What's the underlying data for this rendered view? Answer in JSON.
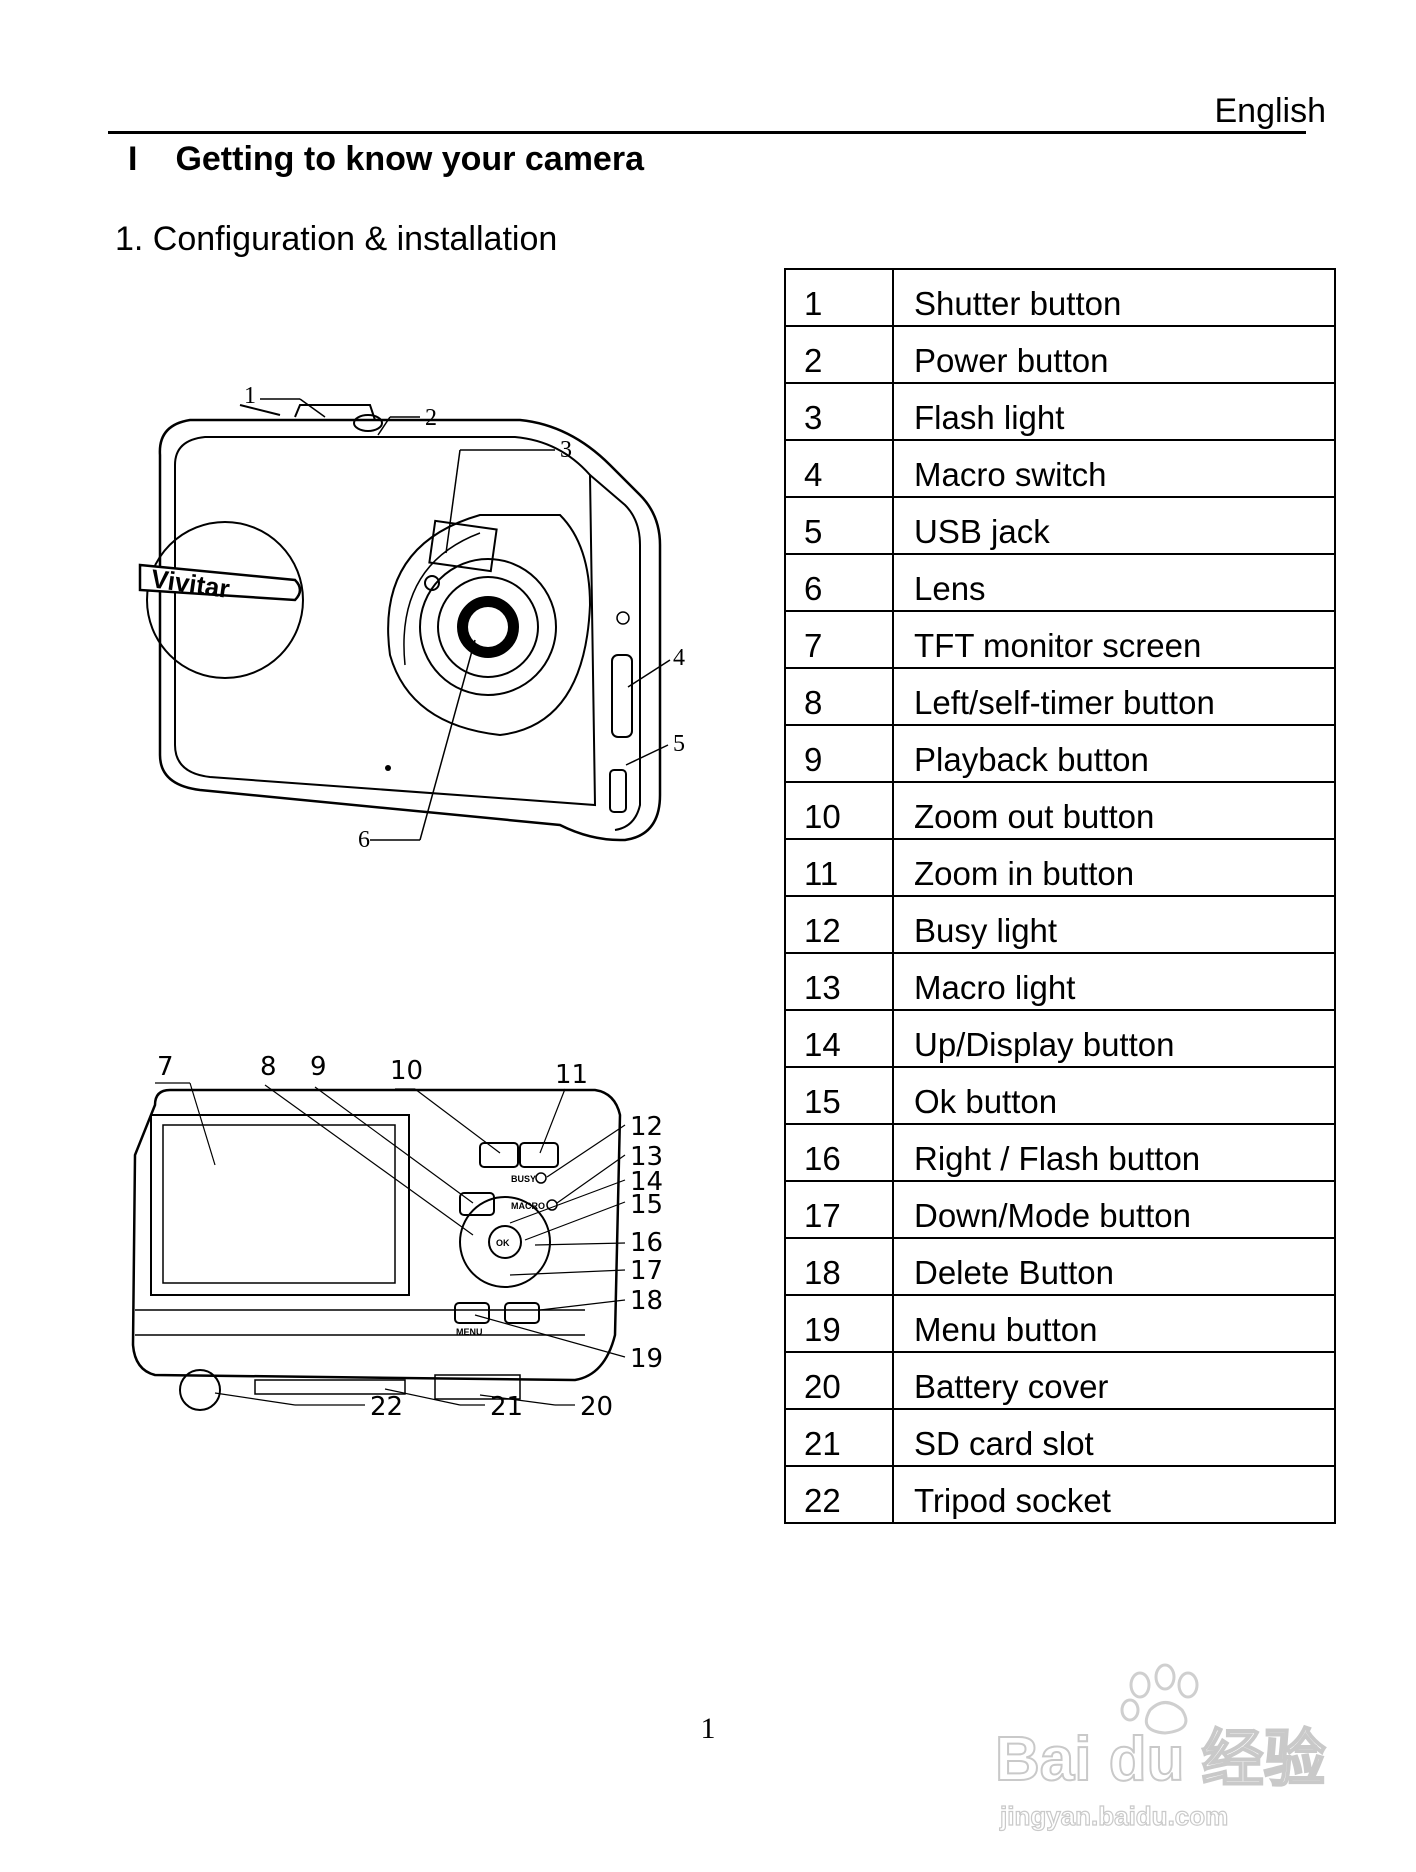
{
  "header": {
    "language": "English"
  },
  "section": {
    "number": "I",
    "title": "Getting to know your camera"
  },
  "subsection": {
    "title": "1. Configuration & installation"
  },
  "parts": [
    {
      "num": "1",
      "label": "Shutter button"
    },
    {
      "num": "2",
      "label": "Power button"
    },
    {
      "num": "3",
      "label": "Flash light"
    },
    {
      "num": "4",
      "label": "Macro switch"
    },
    {
      "num": "5",
      "label": "USB jack"
    },
    {
      "num": "6",
      "label": "Lens"
    },
    {
      "num": "7",
      "label": "TFT monitor screen"
    },
    {
      "num": "8",
      "label": "Left/self-timer button"
    },
    {
      "num": "9",
      "label": "Playback button"
    },
    {
      "num": "10",
      "label": "Zoom out button"
    },
    {
      "num": "11",
      "label": "Zoom in button"
    },
    {
      "num": "12",
      "label": "Busy light"
    },
    {
      "num": "13",
      "label": "Macro light"
    },
    {
      "num": "14",
      "label": "Up/Display button"
    },
    {
      "num": "15",
      "label": "Ok button"
    },
    {
      "num": "16",
      "label": "Right / Flash button"
    },
    {
      "num": "17",
      "label": "Down/Mode button"
    },
    {
      "num": "18",
      "label": "Delete Button"
    },
    {
      "num": "19",
      "label": "Menu button"
    },
    {
      "num": "20",
      "label": "Battery cover"
    },
    {
      "num": "21",
      "label": "SD card slot"
    },
    {
      "num": "22",
      "label": "Tripod socket"
    }
  ],
  "figure_front": {
    "brand": "Vivitar",
    "callouts": [
      "1",
      "2",
      "3",
      "4",
      "5",
      "6"
    ]
  },
  "figure_back": {
    "callouts": [
      "7",
      "8",
      "9",
      "10",
      "11",
      "12",
      "13",
      "14",
      "15",
      "16",
      "17",
      "18",
      "19",
      "20",
      "21",
      "22"
    ],
    "busy": "BUSY",
    "macro": "MACRO",
    "menu": "MENU",
    "ok": "OK"
  },
  "footer": {
    "page_number": "1"
  },
  "watermark": {
    "brand": "Bai du 经验",
    "url": "jingyan.baidu.com"
  }
}
